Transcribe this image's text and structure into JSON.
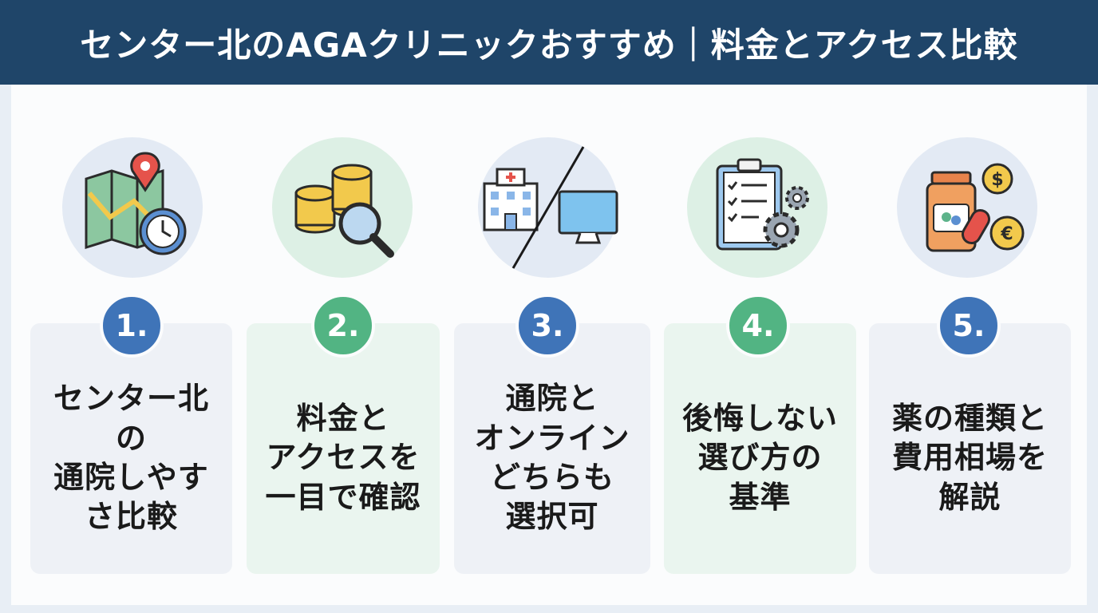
{
  "header": {
    "title": "センター北のAGAクリニックおすすめ｜料金とアクセス比較"
  },
  "items": [
    {
      "number": "1.",
      "text": "センター北\nの\n通院しやす\nさ比較",
      "icon": "map-clock-icon"
    },
    {
      "number": "2.",
      "text": "料金と\nアクセスを\n一目で確認",
      "icon": "coins-magnifier-icon"
    },
    {
      "number": "3.",
      "text": "通院と\nオンライン\nどちらも\n選択可",
      "icon": "hospital-monitor-icon"
    },
    {
      "number": "4.",
      "text": "後悔しない\n選び方の\n基準",
      "icon": "checklist-gears-icon"
    },
    {
      "number": "5.",
      "text": "薬の種類と\n費用相場を\n解説",
      "icon": "medicine-currency-icon"
    }
  ],
  "colors": {
    "header": "#1f4569",
    "badge_blue": "#3f74b8",
    "badge_green": "#52b483"
  }
}
